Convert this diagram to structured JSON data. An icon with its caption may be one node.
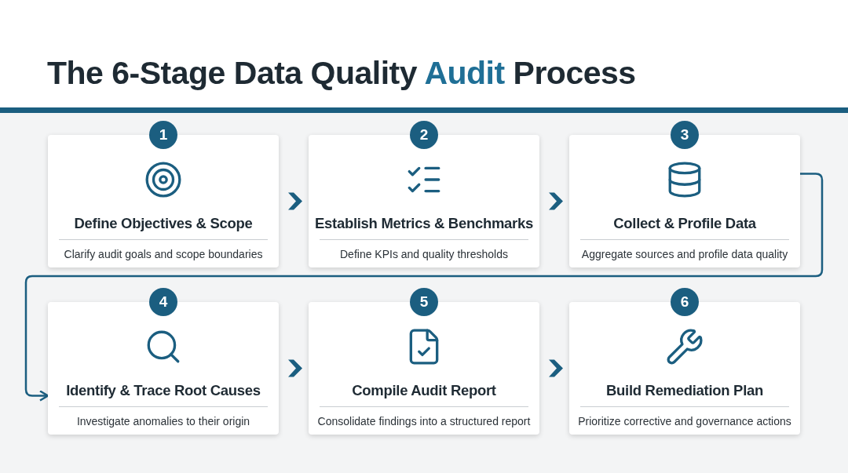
{
  "diagram": {
    "title": "The 6-Stage Data Quality **Audit** Process",
    "nodes": [
      {
        "text": [
          "1",
          "Define Objectives & Scope",
          "Clarify audit goals and scope boundaries"
        ]
      },
      {
        "text": [
          "2",
          "Establish Metrics & Benchmarks",
          "Define KPIs and quality thresholds"
        ]
      },
      {
        "text": [
          "3",
          "Collect & Profile Data",
          "Aggregate sources and profile data quality"
        ]
      },
      {
        "text": [
          "4",
          "Identify & Trace Root Causes",
          "Investigate anomalies to their origin"
        ]
      },
      {
        "text": [
          "5",
          "Compile Audit Report",
          "Consolidate findings into a structured report"
        ]
      },
      {
        "text": [
          "6",
          "Build Remediation Plan",
          "Prioritize corrective and governance actions"
        ]
      }
    ],
    "edges": [
      {
        "from": 0,
        "to": 1,
        "arrow": "to"
      },
      {
        "from": 1,
        "to": 2,
        "arrow": "to"
      },
      {
        "from": 2,
        "to": 3,
        "arrow": "to"
      },
      {
        "from": 3,
        "to": 4,
        "arrow": "to"
      },
      {
        "from": 4,
        "to": 5,
        "arrow": "to"
      }
    ]
  }
}
